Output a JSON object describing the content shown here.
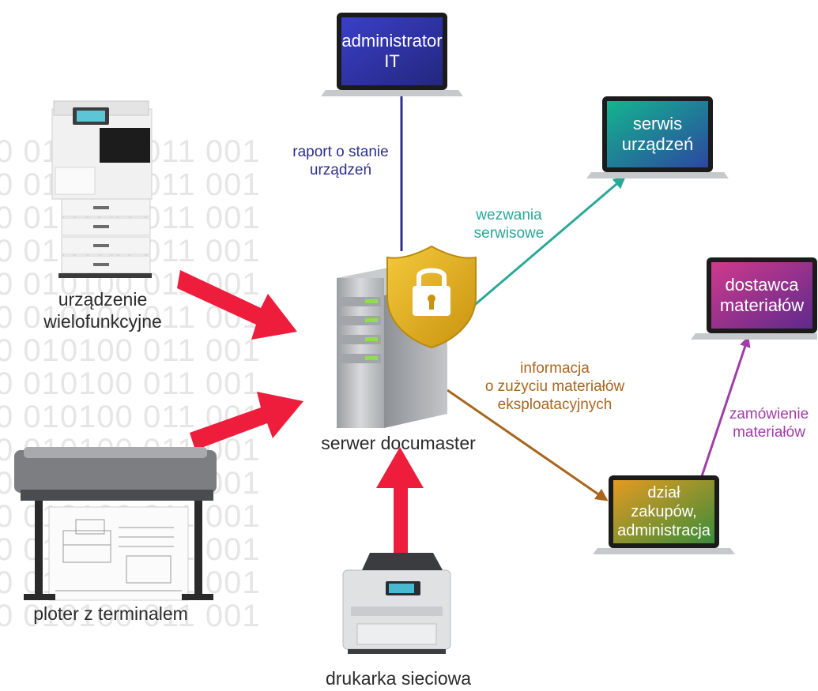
{
  "binary_background": {
    "pattern": "0 010100 011 001"
  },
  "devices": {
    "mfp": {
      "label_line1": "urządzenie",
      "label_line2": "wielofunkcyjne"
    },
    "plotter": {
      "label": "ploter z terminalem"
    },
    "network_printer": {
      "label": "drukarka sieciowa"
    },
    "server": {
      "label": "serwer documaster"
    }
  },
  "laptops": {
    "admin": {
      "line1": "administrator",
      "line2": "IT"
    },
    "service": {
      "line1": "serwis",
      "line2": "urządzeń"
    },
    "supplier": {
      "line1": "dostawca",
      "line2": "materiałów"
    },
    "purchasing": {
      "line1": "dział zakupów,",
      "line2": "administracja"
    }
  },
  "flows": {
    "status_report": {
      "line1": "raport o stanie",
      "line2": "urządzeń",
      "color": "#2e2f8f"
    },
    "service_calls": {
      "line1": "wezwania",
      "line2": "serwisowe",
      "color": "#2aa898"
    },
    "consumables_info": {
      "line1": "informacja",
      "line2": "o zużyciu materiałów",
      "line3": "eksploatacyjnych",
      "color": "#a8661f"
    },
    "materials_order": {
      "line1": "zamówienie",
      "line2": "materiałów",
      "color": "#a03da8"
    }
  },
  "colors": {
    "input_arrow": "#ee1d3c",
    "shield_gold": "#e8b825",
    "admin_screen": [
      "#3a3fc9",
      "#2a2f95"
    ],
    "service_screen": [
      "#1eb59a",
      "#2a4fa6"
    ],
    "supplier_screen": [
      "#c2358f",
      "#6a2b8f"
    ],
    "purchasing_screen": [
      "#e0a323",
      "#3c8a3a"
    ]
  }
}
